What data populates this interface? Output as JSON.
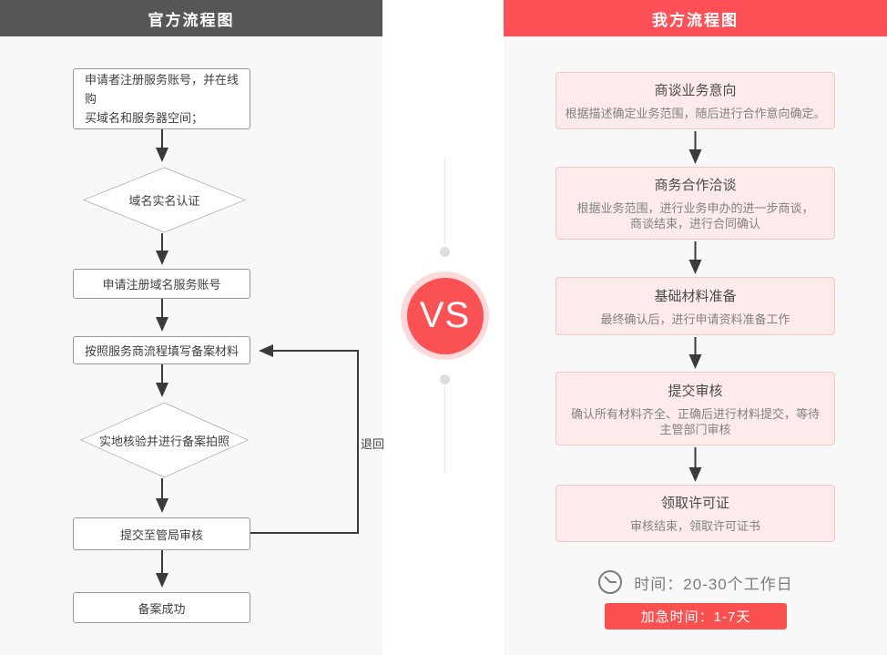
{
  "left_panel": {
    "title": "官方流程图",
    "nodes": {
      "register": "申请者注册服务账号，并在线购\n买域名和服务器空间；",
      "realname": "域名实名认证",
      "apply_account": "申请注册域名服务账号",
      "fill_materials": "按照服务商流程填写备案材料",
      "onsite_check": "实地核验并进行备案拍照",
      "submit_review": "提交至管局审核",
      "success": "备案成功"
    },
    "return_label": "退回"
  },
  "divider": {
    "vs_label": "VS"
  },
  "right_panel": {
    "title": "我方流程图",
    "steps": [
      {
        "title": "商谈业务意向",
        "desc": "根据描述确定业务范围，随后进行合作意向确定。"
      },
      {
        "title": "商务合作洽谈",
        "desc": "根据业务范围，进行业务申办的进一步商谈，\n商谈结束，进行合同确认"
      },
      {
        "title": "基础材料准备",
        "desc": "最终确认后，进行申请资料准备工作"
      },
      {
        "title": "提交审核",
        "desc": "确认所有材料齐全、正确后进行材料提交，等待\n主管部门审核"
      },
      {
        "title": "领取许可证",
        "desc": "审核结束，领取许可证书"
      }
    ],
    "time_label": "时间：20-30个工作日",
    "urgent_label": "加急时间：1-7天"
  },
  "colors": {
    "left_header_bg": "#565656",
    "right_header_bg": "#fd5157",
    "accent_red": "#fa5254",
    "button_red": "#fb5050",
    "panel_bg": "#f8f8f8"
  }
}
